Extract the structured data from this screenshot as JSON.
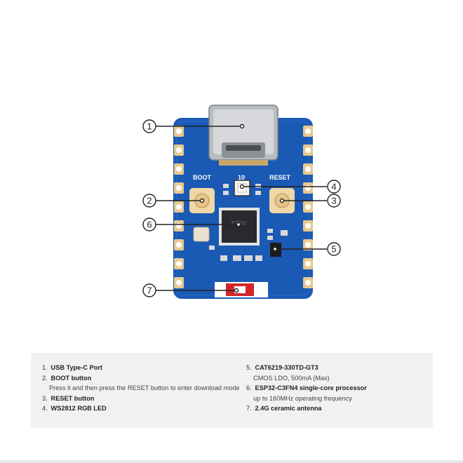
{
  "figure": {
    "silkscreen": {
      "boot": "BOOT",
      "reset": "RESET",
      "pin10": "10"
    },
    "callouts": [
      {
        "number": "1",
        "target": "usb-port"
      },
      {
        "number": "2",
        "target": "boot-button"
      },
      {
        "number": "3",
        "target": "reset-button"
      },
      {
        "number": "4",
        "target": "rgb-led"
      },
      {
        "number": "5",
        "target": "ldo-regulator"
      },
      {
        "number": "6",
        "target": "processor-chip"
      },
      {
        "number": "7",
        "target": "ceramic-antenna"
      }
    ],
    "colors": {
      "board": "#1a5ab4",
      "pad": "#e8c98f",
      "antenna": "#d4262a"
    }
  },
  "legend": {
    "left": [
      {
        "number": "1.",
        "title": "USB Type-C Port"
      },
      {
        "number": "2.",
        "title": "BOOT button",
        "desc": "Press it and then press the RESET button to enter download mode"
      },
      {
        "number": "3.",
        "title": "RESET button"
      },
      {
        "number": "4.",
        "title": "WS2812 RGB LED"
      }
    ],
    "right": [
      {
        "number": "5.",
        "title": "CAT6219-330TD-GT3",
        "desc": "CMOS LDO, 500mA (Max)"
      },
      {
        "number": "6.",
        "title": "ESP32-C3FN4 single-core processor",
        "desc": "up to 160MHz operating frequency"
      },
      {
        "number": "7.",
        "title": "2.4G ceramic antenna"
      }
    ]
  }
}
